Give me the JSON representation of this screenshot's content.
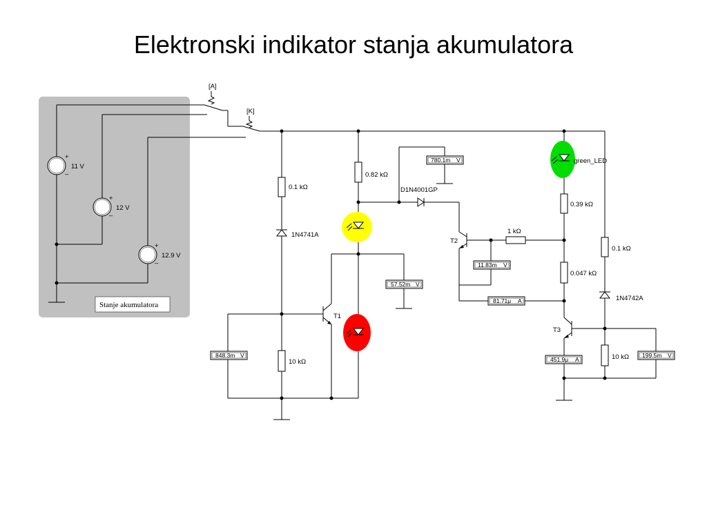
{
  "title": "Elektronski indikator stanja akumulatora",
  "panel": {
    "note": "Stanje akumulatora",
    "sources": [
      "11 V",
      "12 V",
      "12.9 V"
    ]
  },
  "switches": [
    "[A]",
    "[K]"
  ],
  "components": {
    "r_zener1": "0.1 kΩ",
    "zener1": "1N4741A",
    "r_bottom": "10 kΩ",
    "r_yellow": "0.82 kΩ",
    "diode": "D1N4001GP",
    "r_t2": "1 kΩ",
    "r_green": "0.39 kΩ",
    "r_t3": "0.047 kΩ",
    "r_zener2": "0.1 kΩ",
    "zener2": "1N4742A",
    "r_right_bottom": "10 kΩ",
    "green_led": "green_LED"
  },
  "transistors": [
    "T1",
    "T2",
    "T3"
  ],
  "meters": {
    "m_diode": "780.1m",
    "m_yellow": "57.52m",
    "m_t2": "11.83m",
    "m_t2_current": "81.71μ",
    "m_left": "848.3m",
    "m_t3_current": "451.9μ",
    "m_right": "199.5m"
  },
  "meter_units": {
    "volt": "V",
    "amp": "A"
  },
  "led_colors": {
    "yellow": "#ffff00",
    "red": "#ff0000",
    "green": "#00dd00"
  },
  "panel_color": "#c0c0c0"
}
